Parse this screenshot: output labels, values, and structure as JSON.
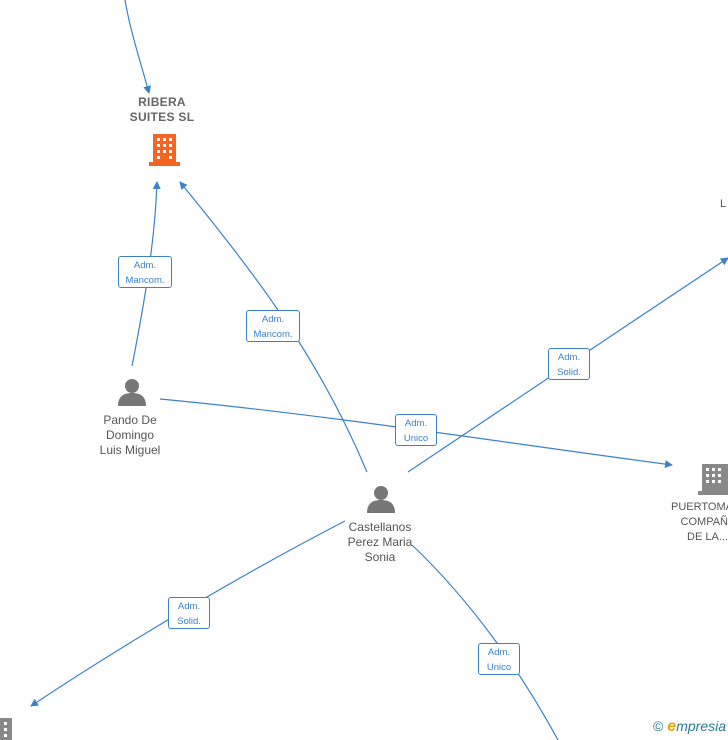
{
  "nodes": {
    "ribera": {
      "line1": "RIBERA",
      "line2": "SUITES  SL"
    },
    "pando": {
      "line1": "Pando De",
      "line2": "Domingo",
      "line3": "Luis Miguel"
    },
    "castellanos": {
      "line1": "Castellanos",
      "line2": "Perez Maria",
      "line3": "Sonia"
    },
    "puertoma": {
      "line1": "PUERTOMA",
      "line2": "COMPAÑ",
      "line3": "DE LA..."
    },
    "topright": {
      "line1": "L"
    }
  },
  "edges": {
    "pando_ribera": {
      "line1": "Adm.",
      "line2": "Mancom."
    },
    "castellanos_ribera": {
      "line1": "Adm.",
      "line2": "Mancom."
    },
    "castellanos_topright": {
      "line1": "Adm.",
      "line2": "Solid."
    },
    "pando_puertoma": {
      "line1": "Adm.",
      "line2": "Unico"
    },
    "castellanos_bottomleft": {
      "line1": "Adm.",
      "line2": "Solid."
    },
    "castellanos_bottom": {
      "line1": "Adm.",
      "line2": "Unico"
    }
  },
  "colors": {
    "edge": "#3b82c8",
    "company_main": "#f26522",
    "company": "#888888",
    "person": "#777777"
  },
  "footer": {
    "copyright": "©",
    "brand_initial": "e",
    "brand_rest": "mpresia"
  }
}
